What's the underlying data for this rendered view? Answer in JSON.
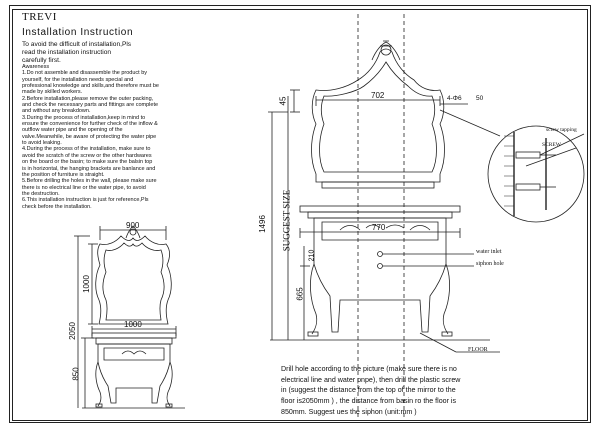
{
  "brand": "TREVI",
  "heading": "Installation Instruction",
  "intro_lines": [
    "To avoid the difficult of installation,Pls",
    "read the installation instruction",
    "carefully first."
  ],
  "notes_lines": [
    "Awareness",
    "1.Do not assemble and disassemble the product by",
    "yourself, for the installation needs special and",
    "professional knowledge and skills,and therefore must be",
    "made by skilled workers.",
    "2.Before installation,please remove the outer packing,",
    "and check the necessary parts and fittings are complete",
    "and without any breakdown.",
    "3.During the process of installation,keep in mind to",
    "ensure the convenience for further check of the inflow &",
    "outflow water pipe and the opening of the",
    "valve.Meanwhile, be aware of protecting the water pipe",
    "to avoid leaking.",
    "4.During the process of the installation, make sure to",
    "avoid the scratch of the screw or the other hardwares",
    "on the board or the basin; to make sure the balsin top",
    "is in horizontal, the hanging brackets are banlance and",
    "the position of furniture is straight.",
    "5.Before drilling the holes in the wall, please make sure",
    "there is no electrical line or the water pipe, to avoid",
    "the destruction.",
    "6.This installation instruction is just for reference,Pls",
    "check before the installation."
  ],
  "drill_lines": [
    "Drill hole according to the picture (make sure there is no",
    "electrical line and water pnpe), then drill the plastic screw",
    "in (suggest the distance from the top of the mirror to the",
    "floor is2050mm ) , the distance from basin ro the floor is",
    "850mm. Suggest ues the siphon (unit:mm )"
  ],
  "left_dims": {
    "mirror_width": "900",
    "mirror_height": "1000",
    "cabinet_width": "1000",
    "total_height": "2050",
    "cabinet_height": "850"
  },
  "right_dims": {
    "top_offset": "45",
    "bracket_span": "702",
    "bracket_spec": "4-Φ6",
    "bracket_gap": "50",
    "total_height": "1496",
    "suggest_size": "SUGGEST SIZE",
    "basin_width": "770",
    "side_height": "210",
    "floor_height": "665"
  },
  "callouts": {
    "screw_tapping": "screw tapping",
    "screw": "SCREW",
    "water_inlet": "water inlet",
    "siphon_hole": "siphon hole",
    "floor": "FLOOR"
  }
}
